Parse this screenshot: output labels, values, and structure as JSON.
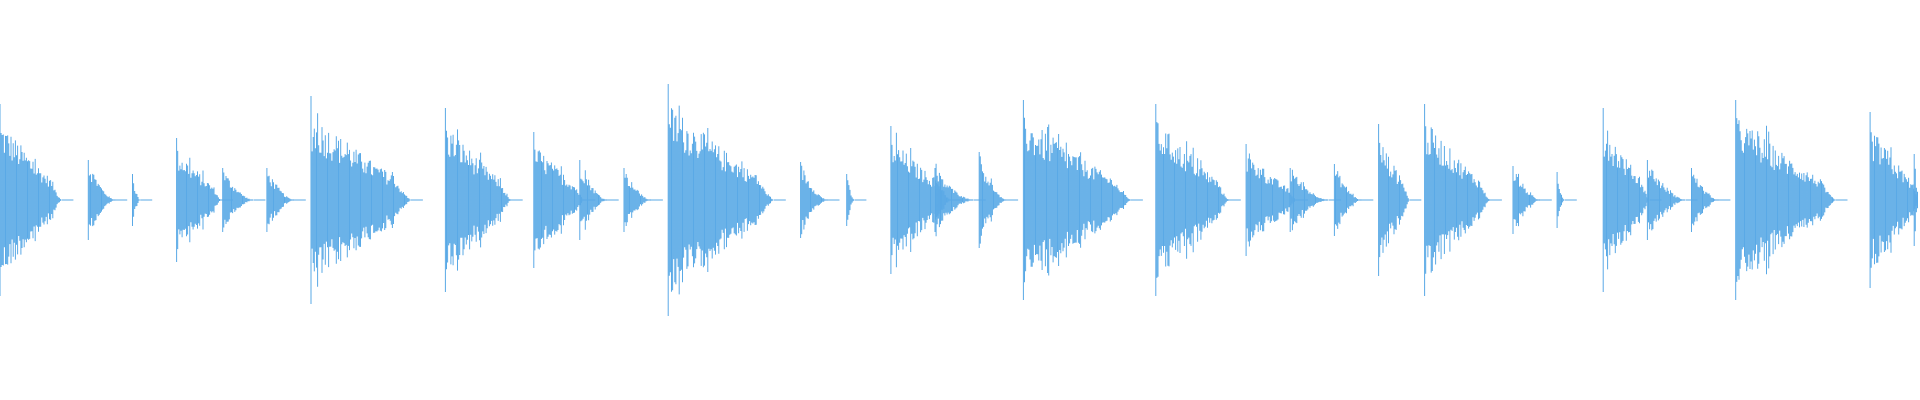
{
  "waveform": {
    "color": "#5aa9e6",
    "background": "#ffffff",
    "hits": [
      {
        "t": 0.0,
        "amp": 0.48,
        "len": 0.032,
        "dense": true
      },
      {
        "t": 0.046,
        "amp": 0.2,
        "len": 0.014,
        "dense": false
      },
      {
        "t": 0.069,
        "amp": 0.13,
        "len": 0.004,
        "dense": false
      },
      {
        "t": 0.092,
        "amp": 0.31,
        "len": 0.023,
        "dense": true
      },
      {
        "t": 0.116,
        "amp": 0.16,
        "len": 0.016,
        "dense": false
      },
      {
        "t": 0.139,
        "amp": 0.16,
        "len": 0.014,
        "dense": false
      },
      {
        "t": 0.162,
        "amp": 0.52,
        "len": 0.052,
        "dense": true
      },
      {
        "t": 0.232,
        "amp": 0.46,
        "len": 0.034,
        "dense": true
      },
      {
        "t": 0.278,
        "amp": 0.34,
        "len": 0.026,
        "dense": true
      },
      {
        "t": 0.302,
        "amp": 0.2,
        "len": 0.014,
        "dense": false
      },
      {
        "t": 0.325,
        "amp": 0.16,
        "len": 0.014,
        "dense": false
      },
      {
        "t": 0.348,
        "amp": 0.58,
        "len": 0.055,
        "dense": true
      },
      {
        "t": 0.417,
        "amp": 0.19,
        "len": 0.014,
        "dense": false
      },
      {
        "t": 0.441,
        "amp": 0.13,
        "len": 0.004,
        "dense": false
      },
      {
        "t": 0.464,
        "amp": 0.37,
        "len": 0.031,
        "dense": true
      },
      {
        "t": 0.487,
        "amp": 0.16,
        "len": 0.02,
        "dense": false
      },
      {
        "t": 0.51,
        "amp": 0.24,
        "len": 0.014,
        "dense": false
      },
      {
        "t": 0.533,
        "amp": 0.5,
        "len": 0.056,
        "dense": true
      },
      {
        "t": 0.602,
        "amp": 0.48,
        "len": 0.038,
        "dense": true
      },
      {
        "t": 0.649,
        "amp": 0.28,
        "len": 0.026,
        "dense": true
      },
      {
        "t": 0.672,
        "amp": 0.16,
        "len": 0.02,
        "dense": false
      },
      {
        "t": 0.695,
        "amp": 0.18,
        "len": 0.014,
        "dense": false
      },
      {
        "t": 0.718,
        "amp": 0.38,
        "len": 0.016,
        "dense": true
      },
      {
        "t": 0.742,
        "amp": 0.48,
        "len": 0.034,
        "dense": true
      },
      {
        "t": 0.788,
        "amp": 0.17,
        "len": 0.014,
        "dense": false
      },
      {
        "t": 0.811,
        "amp": 0.14,
        "len": 0.004,
        "dense": false
      },
      {
        "t": 0.835,
        "amp": 0.46,
        "len": 0.024,
        "dense": true
      },
      {
        "t": 0.858,
        "amp": 0.2,
        "len": 0.02,
        "dense": false
      },
      {
        "t": 0.881,
        "amp": 0.16,
        "len": 0.014,
        "dense": false
      },
      {
        "t": 0.904,
        "amp": 0.5,
        "len": 0.052,
        "dense": true
      },
      {
        "t": 0.974,
        "amp": 0.44,
        "len": 0.026,
        "dense": true
      },
      {
        "t": 0.997,
        "amp": 0.23,
        "len": 0.003,
        "dense": false
      }
    ]
  }
}
